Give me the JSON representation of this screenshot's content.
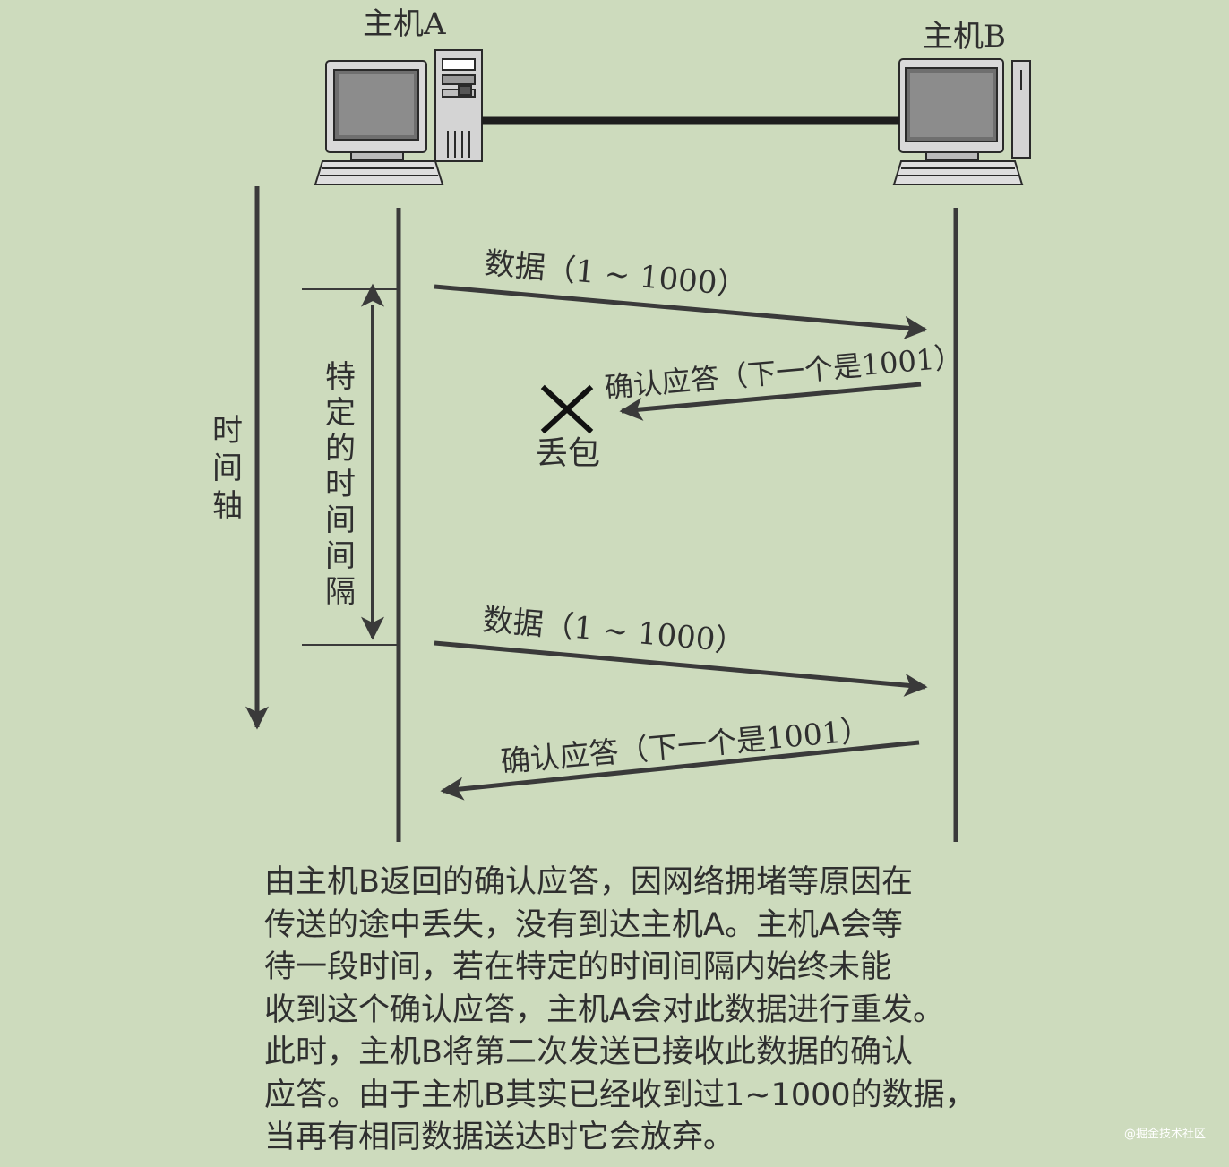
{
  "hosts": {
    "a": "主机A",
    "b": "主机B"
  },
  "time_axis": "时间轴",
  "interval": "特定的时间间隔",
  "messages": {
    "data1": "数据（1 ~ 1000）",
    "ack1": "确认应答（下一个是1001）",
    "lost": "丢包",
    "data2": "数据（1 ~ 1000）",
    "ack2": "确认应答（下一个是1001）"
  },
  "caption": [
    "由主机B返回的确认应答，因网络拥堵等原因在",
    "传送的途中丢失，没有到达主机A。主机A会等",
    "待一段时间，若在特定的时间间隔内始终未能",
    "收到这个确认应答，主机A会对此数据进行重发。",
    "此时，主机B将第二次发送已接收此数据的确认",
    "应答。由于主机B其实已经收到过1~1000的数据，",
    "当再有相同数据送达时它会放弃。"
  ],
  "watermark": "@掘金技术社区",
  "colors": {
    "background": "#cddbbd",
    "ink": "#3a3a3a"
  }
}
